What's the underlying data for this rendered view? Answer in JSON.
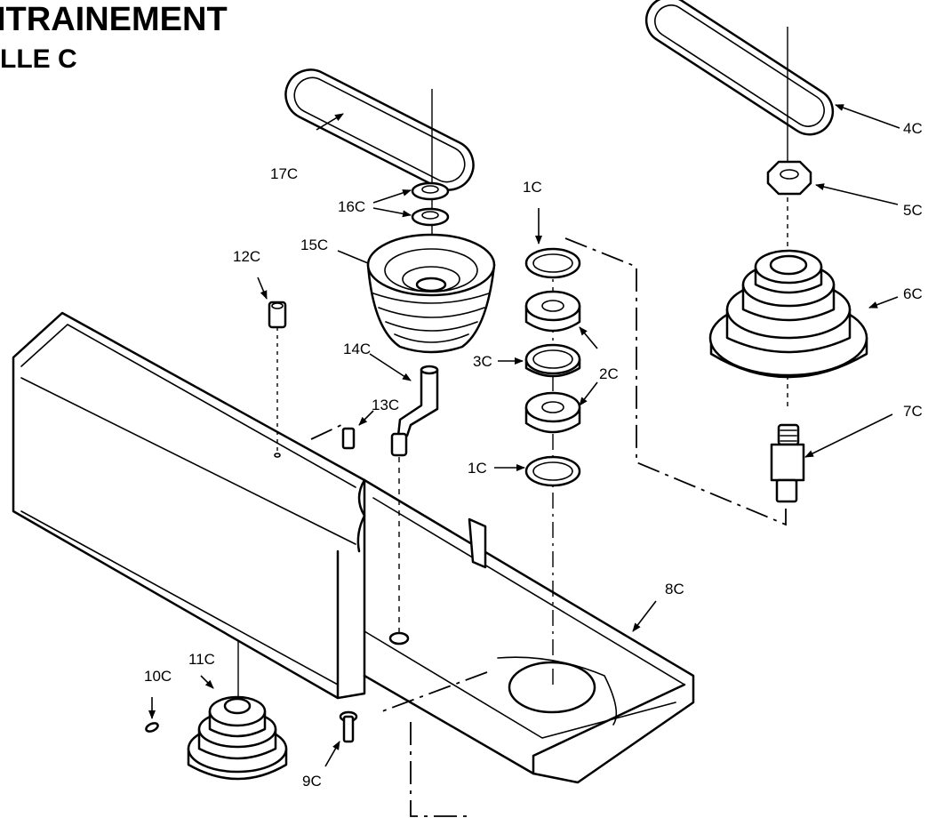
{
  "title": {
    "line1": "ITRAINEMENT",
    "line2": "LLE C"
  },
  "parts": [
    {
      "id": "17C",
      "label": "17C"
    },
    {
      "id": "16C",
      "label": "16C"
    },
    {
      "id": "15C",
      "label": "15C"
    },
    {
      "id": "14C",
      "label": "14C"
    },
    {
      "id": "13C",
      "label": "13C"
    },
    {
      "id": "12C",
      "label": "12C"
    },
    {
      "id": "11C",
      "label": "11C"
    },
    {
      "id": "10C",
      "label": "10C"
    },
    {
      "id": "9C",
      "label": "9C"
    },
    {
      "id": "8C",
      "label": "8C"
    },
    {
      "id": "7C",
      "label": "7C"
    },
    {
      "id": "6C",
      "label": "6C"
    },
    {
      "id": "5C",
      "label": "5C"
    },
    {
      "id": "4C",
      "label": "4C"
    },
    {
      "id": "3C",
      "label": "3C"
    },
    {
      "id": "2C",
      "label": "2C"
    },
    {
      "id": "1C",
      "label": "1C"
    }
  ]
}
